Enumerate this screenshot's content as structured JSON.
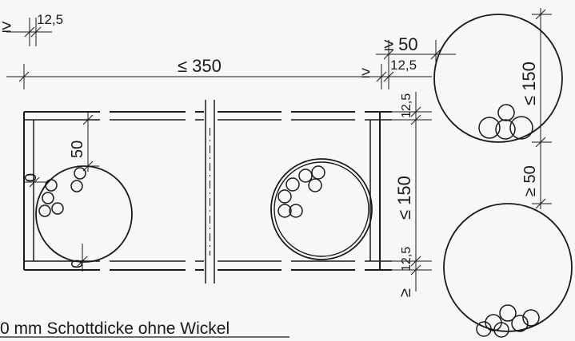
{
  "labels": {
    "ge_125_top": "≥",
    "v_125_top": "12,5",
    "le_350": "≤ 350",
    "ge_50_right": "≥ 50",
    "ge_125_right": "≥",
    "v_125_right": "12,5",
    "v_50_left": "50",
    "v_0_left": "0",
    "v_0_bottom": "0",
    "v_125_frame_top": "12,5",
    "le_150_frame": "≤ 150",
    "v_125_frame_bottom": "12,5",
    "ge_frame_bottom": "≥",
    "le_150_circle": "≤ 150",
    "ge_50_circles": "≥ 50",
    "caption": "0 mm Schottdicke ohne Wickel"
  }
}
